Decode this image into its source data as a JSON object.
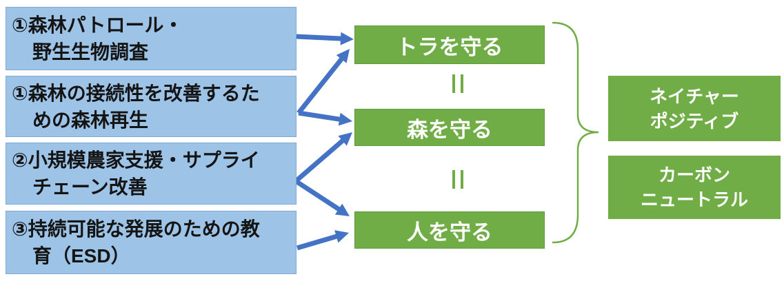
{
  "diagram": {
    "activities": [
      {
        "line1": "①森林パトロール・",
        "line2": "野生生物調査"
      },
      {
        "line1": "①森林の接続性を改善するた",
        "line2": "めの森林再生"
      },
      {
        "line1": "②小規模農家支援・サプライ",
        "line2": "チェーン改善"
      },
      {
        "line1": "③持続可能な発展のための教",
        "line2": "育（ESD）"
      }
    ],
    "goals": [
      {
        "label": "トラを守る"
      },
      {
        "label": "森を守る"
      },
      {
        "label": "人を守る"
      }
    ],
    "equals_symbol": "‖",
    "outcomes": [
      {
        "line1": "ネイチャー",
        "line2": "ポジティブ"
      },
      {
        "line1": "カーボン",
        "line2": "ニュートラル"
      }
    ],
    "connections": [
      {
        "from": 0,
        "to": 0
      },
      {
        "from": 1,
        "to": 0
      },
      {
        "from": 1,
        "to": 1
      },
      {
        "from": 2,
        "to": 1
      },
      {
        "from": 2,
        "to": 2
      },
      {
        "from": 3,
        "to": 2
      }
    ],
    "colors": {
      "activity_fill": "#9DC3E6",
      "activity_border": "#7FA8D3",
      "goal_fill": "#70AD47",
      "goal_border": "#5E9B3B",
      "arrow": "#4472C4",
      "brace": "#70AD47",
      "equals": "#70AD47",
      "text_dark": "#141414",
      "text_light": "#FFFFFF"
    }
  }
}
